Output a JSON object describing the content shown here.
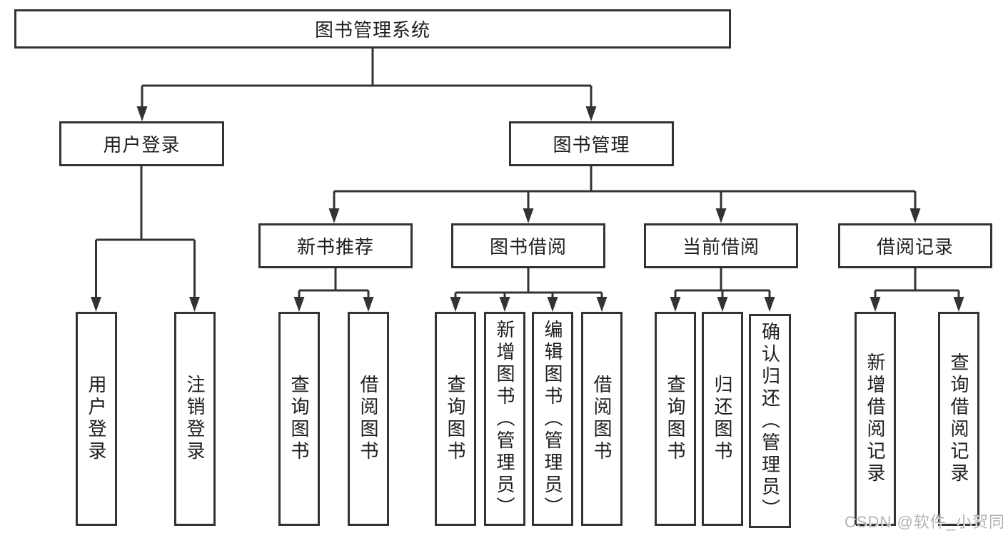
{
  "colors": {
    "line": "#333333",
    "text": "#1e1e1e",
    "background": "#ffffff",
    "watermark": "#b3b3b3"
  },
  "watermark": {
    "text": "CSDN @软件_小贺同学"
  },
  "nodes": {
    "root": {
      "label": "图书管理系统"
    },
    "user_login": {
      "label": "用户登录"
    },
    "book_mgmt": {
      "label": "图书管理"
    },
    "new_book_rec": {
      "label": "新书推荐"
    },
    "book_borrow": {
      "label": "图书借阅"
    },
    "current_borrow": {
      "label": "当前借阅"
    },
    "borrow_records": {
      "label": "借阅记录"
    },
    "login_leaf": {
      "label": "用户登录"
    },
    "logout_leaf": {
      "label": "注销登录"
    },
    "nb_query": {
      "label": "查询图书"
    },
    "nb_borrow": {
      "label": "借阅图书"
    },
    "bb_query": {
      "label": "查询图书"
    },
    "bb_add": {
      "label": "新增图书（管理员）"
    },
    "bb_edit": {
      "label": "编辑图书（管理员）"
    },
    "bb_borrow": {
      "label": "借阅图书"
    },
    "cb_query": {
      "label": "查询图书"
    },
    "cb_return": {
      "label": "归还图书"
    },
    "cb_confirm": {
      "label": "确认归还（管理员）"
    },
    "br_add": {
      "label": "新增借阅记录"
    },
    "br_query": {
      "label": "查询借阅记录"
    }
  },
  "tree": {
    "图书管理系统": {
      "用户登录": [
        "用户登录",
        "注销登录"
      ],
      "图书管理": {
        "新书推荐": [
          "查询图书",
          "借阅图书"
        ],
        "图书借阅": [
          "查询图书",
          "新增图书（管理员）",
          "编辑图书（管理员）",
          "借阅图书"
        ],
        "当前借阅": [
          "查询图书",
          "归还图书",
          "确认归还（管理员）"
        ],
        "借阅记录": [
          "新增借阅记录",
          "查询借阅记录"
        ]
      }
    }
  }
}
